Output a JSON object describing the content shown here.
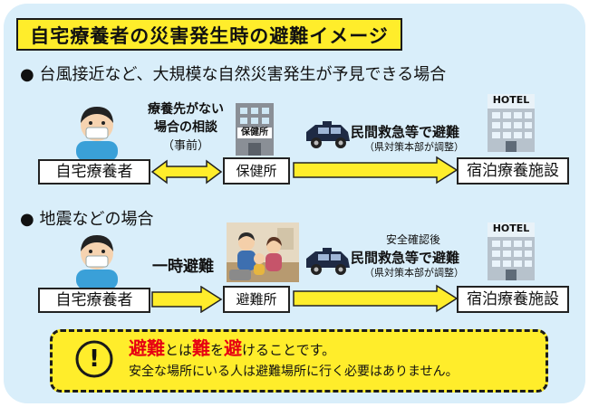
{
  "title": "自宅療養者の災害発生時の避難イメージ",
  "colors": {
    "panel": "#d9eefa",
    "yellow": "#ffed2b",
    "red": "#e60012"
  },
  "section1": {
    "bullet": "●",
    "heading": "台風接近など、大規模な自然災害発生が予見できる場合",
    "patient_box": "自宅療養者",
    "consult_line1": "療養先がない",
    "consult_line2": "場合の相談",
    "consult_line3": "（事前）",
    "health_center_sign": "保健所",
    "health_center_box": "保健所",
    "transport": "民間救急等で避難",
    "transport_note": "（県対策本部が調整）",
    "hotel_sign": "HOTEL",
    "facility_box": "宿泊療養施設"
  },
  "section2": {
    "bullet": "●",
    "heading": "地震などの場合",
    "patient_box": "自宅療養者",
    "temporary": "一時避難",
    "shelter_box": "避難所",
    "safety_check": "安全確認後",
    "transport": "民間救急等で避難",
    "transport_note": "（県対策本部が調整）",
    "hotel_sign": "HOTEL",
    "facility_box": "宿泊療養施設"
  },
  "note": {
    "icon": "!",
    "word1": "避難",
    "text1": "とは",
    "word2": "難",
    "text2": "を",
    "word3": "避",
    "text3": "けることです。",
    "line2": "安全な場所にいる人は避難場所に行く必要はありません。"
  }
}
